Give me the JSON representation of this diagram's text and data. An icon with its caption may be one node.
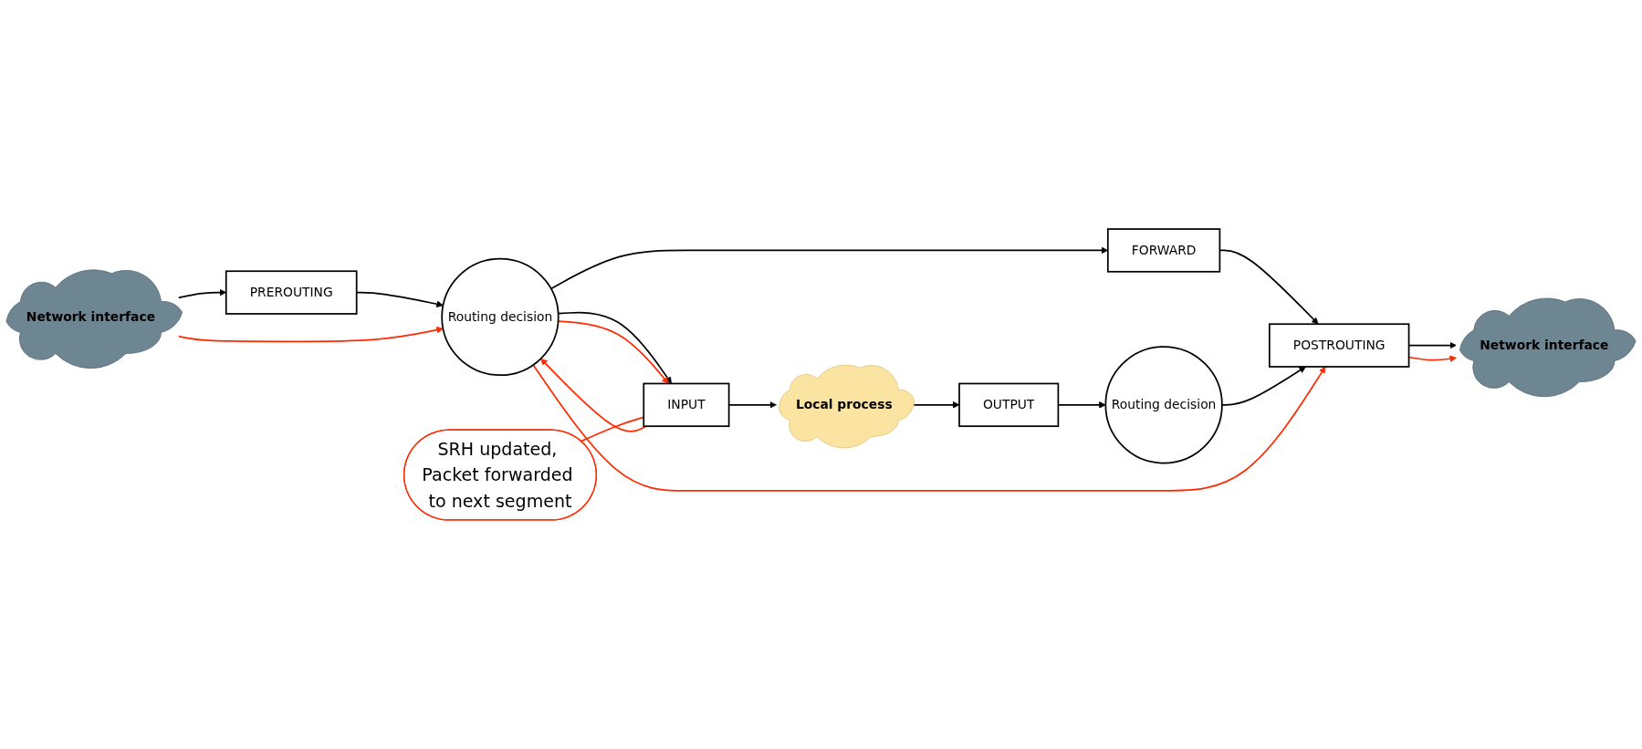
{
  "diagram": {
    "nodes": [
      {
        "text": [
          "Network interface"
        ]
      },
      {
        "text": [
          "PREROUTING"
        ]
      },
      {
        "text": [
          "Routing decision"
        ]
      },
      {
        "text": [
          "FORWARD"
        ]
      },
      {
        "text": [
          "POSTROUTING"
        ]
      },
      {
        "text": [
          "Network interface"
        ]
      },
      {
        "text": [
          "INPUT"
        ]
      },
      {
        "text": [
          "Local process"
        ]
      },
      {
        "text": [
          "OUTPUT"
        ]
      },
      {
        "text": [
          "Routing decision"
        ]
      },
      {
        "text": [
          "SRH updated, Packet forwarded to next segment"
        ]
      }
    ],
    "edges": [
      {
        "from": 0,
        "to": 1,
        "arrow": "to"
      },
      {
        "from": 1,
        "to": 2,
        "arrow": "to"
      },
      {
        "from": 2,
        "to": 3,
        "arrow": "to"
      },
      {
        "from": 3,
        "to": 4,
        "arrow": "to"
      },
      {
        "from": 4,
        "to": 5,
        "arrow": "to"
      },
      {
        "from": 2,
        "to": 6,
        "arrow": "to"
      },
      {
        "from": 6,
        "to": 7,
        "arrow": "to"
      },
      {
        "from": 7,
        "to": 8,
        "arrow": "to"
      },
      {
        "from": 8,
        "to": 9,
        "arrow": "to"
      },
      {
        "from": 9,
        "to": 4,
        "arrow": "to"
      },
      {
        "from": 0,
        "to": 2,
        "arrow": "to",
        "color": "#ff2a00"
      },
      {
        "from": 2,
        "to": 6,
        "arrow": "to",
        "color": "#ff2a00"
      },
      {
        "from": 6,
        "to": 2,
        "arrow": "to",
        "color": "#ff2a00"
      },
      {
        "from": 2,
        "to": 4,
        "arrow": "to",
        "color": "#ff2a00"
      },
      {
        "from": 4,
        "to": 5,
        "arrow": "to",
        "color": "#ff2a00"
      },
      {
        "from": 10,
        "to": 6,
        "arrow": "none",
        "color": "#ff2a00"
      }
    ]
  }
}
